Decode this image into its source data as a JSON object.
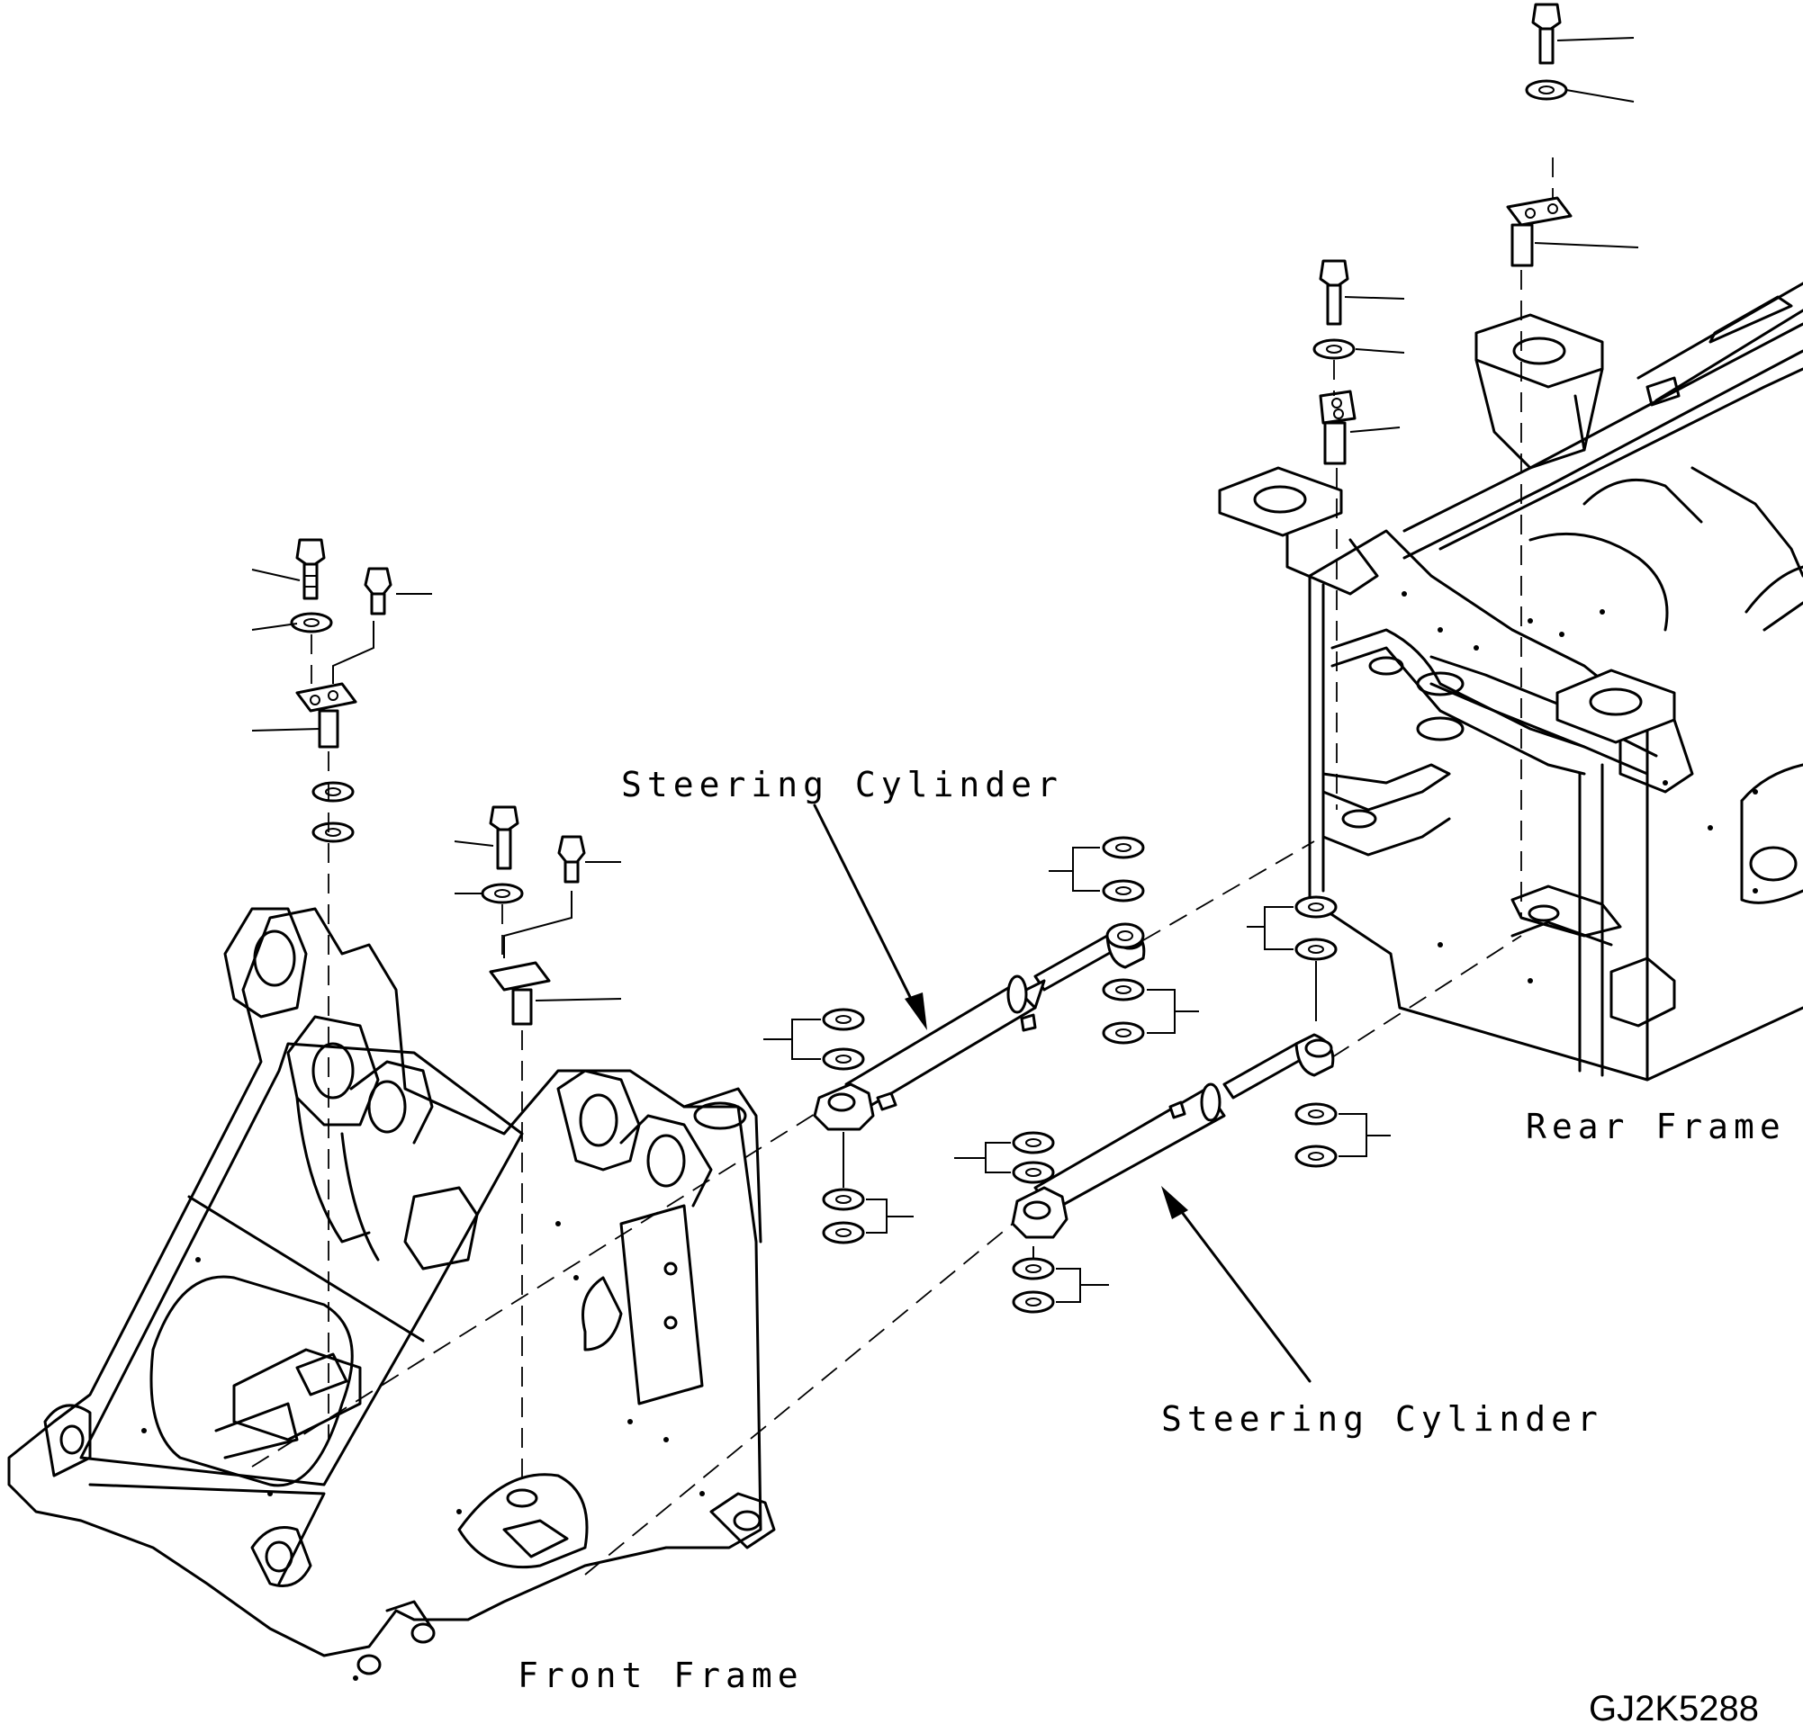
{
  "labels": {
    "steering_cylinder_upper": "Steering Cylinder",
    "steering_cylinder_lower": "Steering Cylinder",
    "rear_frame": "Rear Frame",
    "front_frame": "Front Frame",
    "drawing_code": "GJ2K5288"
  }
}
